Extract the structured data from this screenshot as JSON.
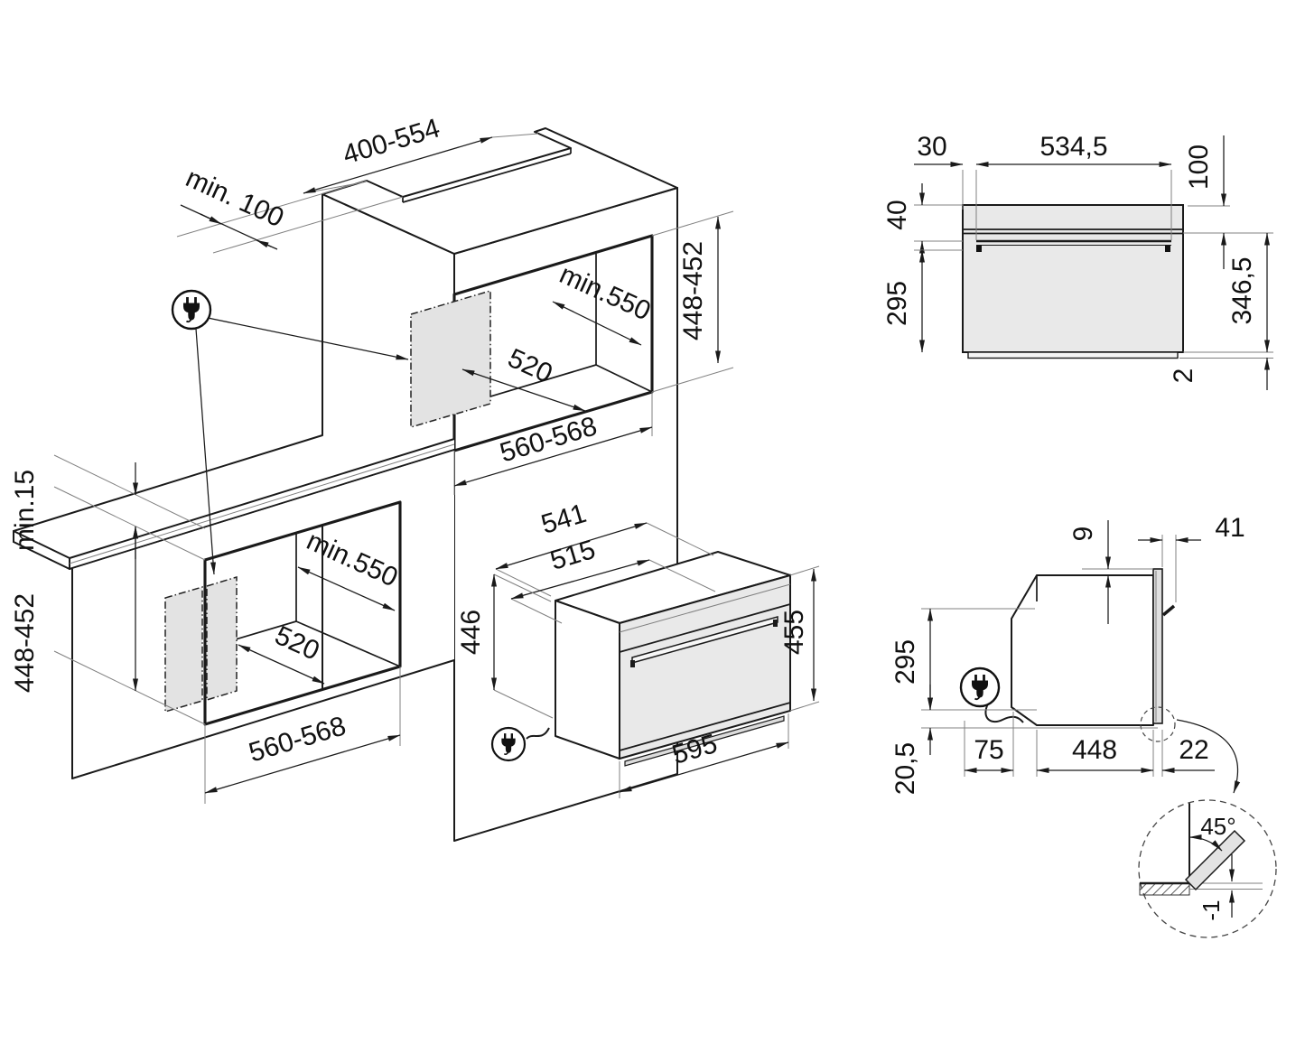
{
  "diagram_title": "Built-in compact oven installation drawing",
  "labels": {
    "cutouts": {
      "top_vent_width": "400-554",
      "top_vent_depth": "min. 100",
      "niche_depth_min": "min.550",
      "niche_floor_depth": "520",
      "niche_width": "560-568",
      "niche_height": "448-452",
      "counter_gap": "min.15"
    },
    "oven": {
      "depth_total": "541",
      "depth_body": "515",
      "height_body": "446",
      "height_front": "455",
      "width": "595"
    },
    "rear": {
      "side_offset": "30",
      "rail_width": "534,5",
      "top_to_line": "100",
      "top_to_rail": "40",
      "zone_height": "295",
      "body_height": "346,5",
      "base_height": "2"
    },
    "side": {
      "top_gap": "9",
      "front_protrusion": "41",
      "zone_height": "295",
      "bottom_gap": "20,5",
      "cable_offset": "75",
      "body_depth": "448",
      "front_gap": "22",
      "door_angle": "45°",
      "floor_offset": "-1"
    },
    "icons": {
      "power_plug": "power-plug-in-circle"
    }
  }
}
